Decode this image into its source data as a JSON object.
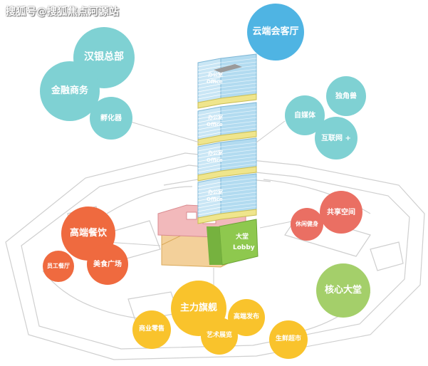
{
  "watermark": "搜狐号@搜狐焦点河源站",
  "colors": {
    "teal": "#7fd1d3",
    "blue_big": "#4fb4e3",
    "orange": "#ef6a3f",
    "coral": "#ea6f63",
    "yellow": "#f9c32c",
    "green": "#a4cf6a",
    "office_blue": "#c9e6f5",
    "office_yellow": "#efe58c",
    "podium_pink": "#f2b9bb",
    "podium_tan": "#f3d09a",
    "lobby_green": "#8ec84e"
  },
  "bubbles": {
    "hanyin": "汉银总部",
    "jinrong": "金融商务",
    "fuhua": "孵化器",
    "yunduan": "云端会客厅",
    "dujiaoshou": "独角兽",
    "zimeiti": "自媒体",
    "hulianwang": "互联网 +",
    "gongxiang": "共享空间",
    "xiuxian": "休闲健身",
    "gaoduan_canyin": "高端餐饮",
    "yuangong": "员工餐厅",
    "meishi": "美食广场",
    "hexin": "核心大堂",
    "zhuli": "主力旗舰",
    "gaoduan_fabu": "高端发布",
    "shangye": "商业零售",
    "yishu": "艺术展览",
    "shengxian": "生鲜超市"
  },
  "tower": {
    "office_zh": "办公室",
    "office_en": "Office",
    "lobby_zh": "大堂",
    "lobby_en": "Lobby"
  }
}
